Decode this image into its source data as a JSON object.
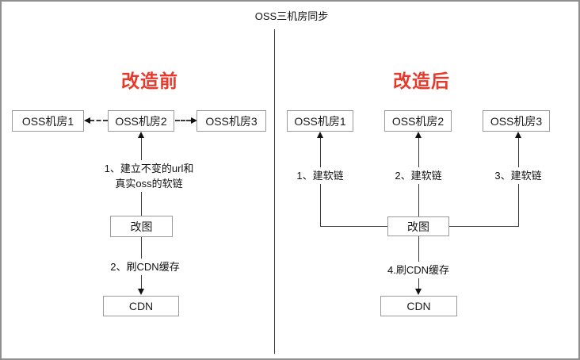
{
  "title": "OSS三机房同步",
  "colors": {
    "accent_red": "#e8382a",
    "box_border": "#9a9a9a",
    "line": "#3a3a3a"
  },
  "left": {
    "header": "改造前",
    "nodes": {
      "oss1": "OSS机房1",
      "oss2": "OSS机房2",
      "oss3": "OSS机房3",
      "modify": "改图",
      "cdn": "CDN"
    },
    "steps": {
      "step1_line1": "1、建立不变的url和",
      "step1_line2": "真实oss的软链",
      "step2": "2、刷CDN缓存"
    }
  },
  "right": {
    "header": "改造后",
    "nodes": {
      "oss1": "OSS机房1",
      "oss2": "OSS机房2",
      "oss3": "OSS机房3",
      "modify": "改图",
      "cdn": "CDN"
    },
    "steps": {
      "step1": "1、建软链",
      "step2": "2、建软链",
      "step3": "3、建软链",
      "step4": "4.刷CDN缓存"
    }
  }
}
